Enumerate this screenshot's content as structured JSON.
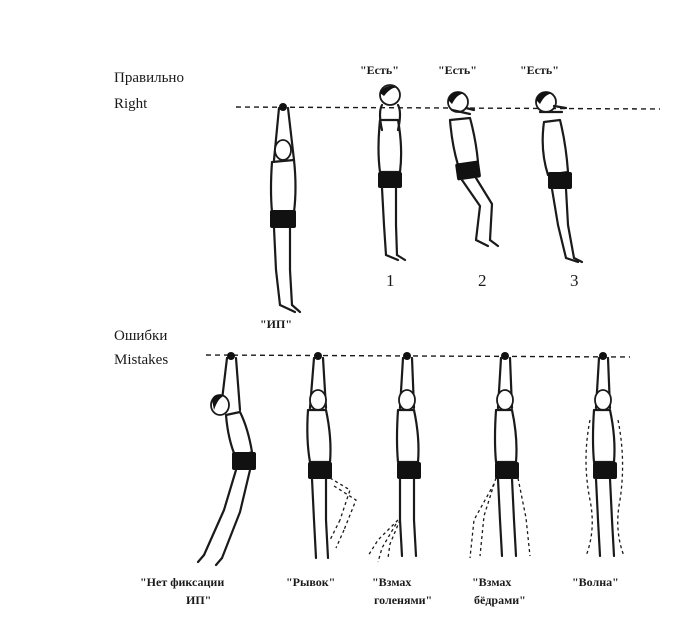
{
  "sections": {
    "correct": {
      "title_ru": "Правильно",
      "title_en": "Right"
    },
    "mistakes": {
      "title_ru": "Ошибки",
      "title_en": "Mistakes"
    }
  },
  "top_figures": {
    "start_label": "\"ИП\"",
    "phases": [
      {
        "quote": "\"Есть\"",
        "number": "1"
      },
      {
        "quote": "\"Есть\"",
        "number": "2"
      },
      {
        "quote": "\"Есть\"",
        "number": "3"
      }
    ]
  },
  "bottom_figures": [
    {
      "line1": "\"Нет фиксации",
      "line2": "ИП\""
    },
    {
      "line1": "\"Рывок\"",
      "line2": ""
    },
    {
      "line1": "\"Взмах",
      "line2": "голенями\""
    },
    {
      "line1": "\"Взмах",
      "line2": "бёдрами\""
    },
    {
      "line1": "\"Волна\"",
      "line2": ""
    }
  ]
}
